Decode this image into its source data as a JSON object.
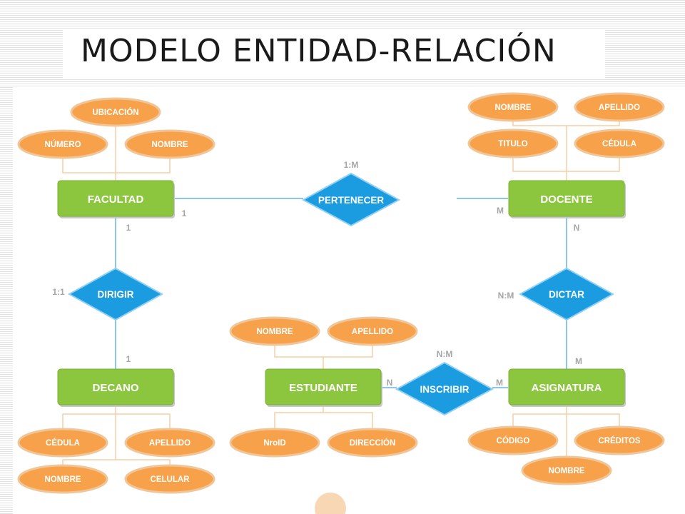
{
  "title": "MODELO ENTIDAD-RELACIÓN",
  "entities": {
    "facultad": "FACULTAD",
    "docente": "DOCENTE",
    "decano": "DECANO",
    "estudiante": "ESTUDIANTE",
    "asignatura": "ASIGNATURA"
  },
  "relationships": {
    "pertenecer": "PERTENECER",
    "dirigir": "DIRIGIR",
    "dictar": "DICTAR",
    "inscribir": "INSCRIBIR"
  },
  "attributes": {
    "facultad": [
      "UBICACIÓN",
      "NÚMERO",
      "NOMBRE"
    ],
    "docente": [
      "NOMBRE",
      "APELLIDO",
      "TITULO",
      "CÉDULA"
    ],
    "decano": [
      "CÉDULA",
      "APELLIDO",
      "NOMBRE",
      "CELULAR"
    ],
    "estudiante": [
      "NOMBRE",
      "APELLIDO",
      "NroID",
      "DIRECCIÓN"
    ],
    "asignatura": [
      "CÓDIGO",
      "CRÉDITOS",
      "NOMBRE"
    ]
  },
  "cardinalities": {
    "pertenecer_type": "1:M",
    "pertenecer_facultad": "1",
    "pertenecer_docente": "M",
    "dirigir_type": "1:1",
    "dirigir_facultad": "1",
    "dirigir_decano": "1",
    "dictar_type": "N:M",
    "dictar_docente": "N",
    "dictar_asignatura": "M",
    "inscribir_type": "N:M",
    "inscribir_estudiante": "N",
    "inscribir_asignatura": "M"
  },
  "colors": {
    "entity": "#8cc63f",
    "attribute": "#f7a24a",
    "relationship": "#1b9be0",
    "connector": "#8cc6e8"
  }
}
